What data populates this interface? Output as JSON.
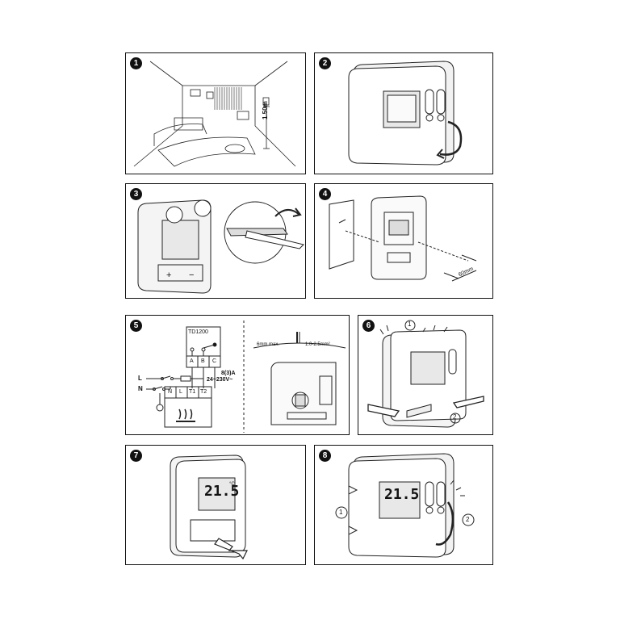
{
  "steps": [
    {
      "number": "1",
      "height_label": "1.50m"
    },
    {
      "number": "2"
    },
    {
      "number": "3"
    },
    {
      "number": "4",
      "distance_label": "60mm"
    },
    {
      "number": "5",
      "model": "TD1200",
      "terminals_top": [
        "A",
        "B",
        "C"
      ],
      "rating_line1": "8(3)A",
      "rating_line2": "24~230V~",
      "line_label": "L",
      "neutral_label": "N",
      "terminals_bottom": [
        "N",
        "L",
        "T1",
        "T2"
      ],
      "strip_label": "6mm max.",
      "wire_label": "1.0-2.5mm²"
    },
    {
      "number": "6",
      "callout_1": "1",
      "callout_2": "2"
    },
    {
      "number": "7",
      "display_value": "21.5",
      "unit": "°C"
    },
    {
      "number": "8",
      "display_value": "21.5",
      "callout_1": "1",
      "callout_2": "2"
    }
  ]
}
